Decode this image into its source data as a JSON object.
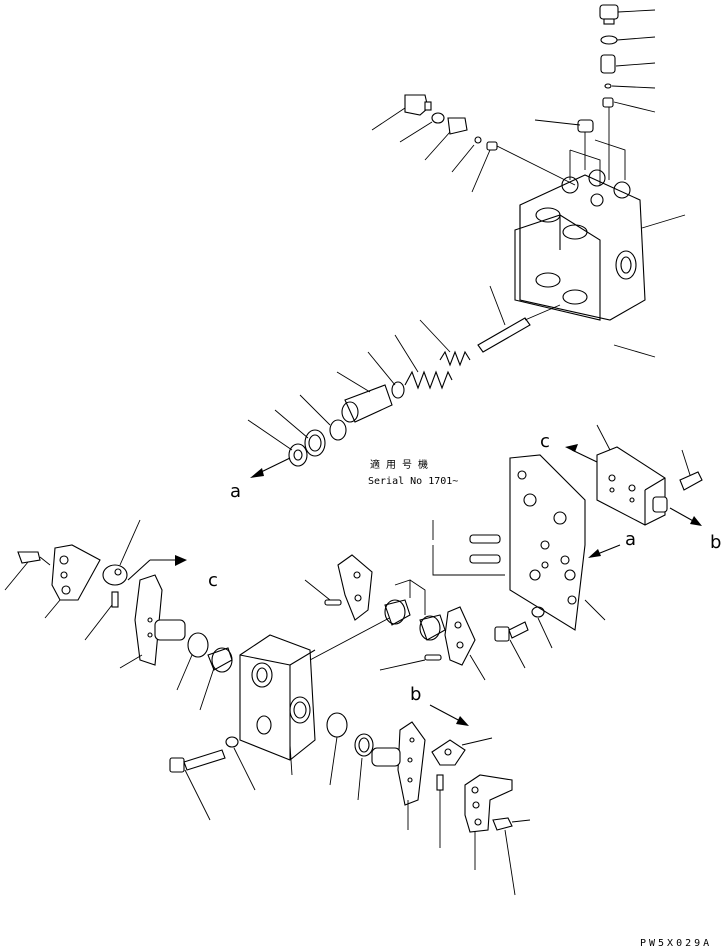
{
  "applicability": {
    "label_jp": "適 用 号 機",
    "serial_label": "Serial No 1701~"
  },
  "view_letters": {
    "a": "a",
    "b": "b",
    "c": "c"
  },
  "drawing_number": "PW5X029A"
}
